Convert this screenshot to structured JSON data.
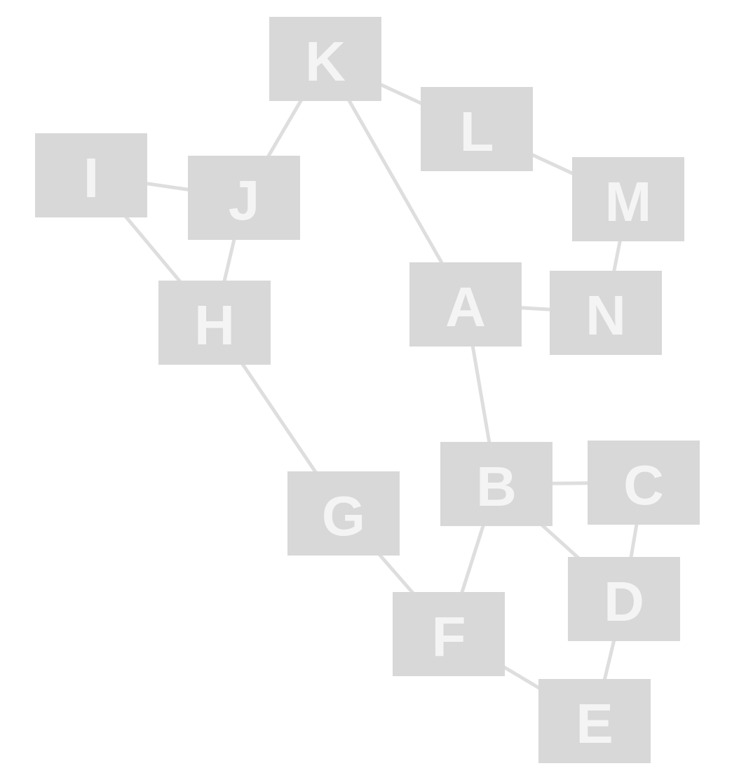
{
  "diagram": {
    "nodes": [
      {
        "id": "A",
        "label": "A"
      },
      {
        "id": "B",
        "label": "B"
      },
      {
        "id": "C",
        "label": "C"
      },
      {
        "id": "D",
        "label": "D"
      },
      {
        "id": "E",
        "label": "E"
      },
      {
        "id": "F",
        "label": "F"
      },
      {
        "id": "G",
        "label": "G"
      },
      {
        "id": "H",
        "label": "H"
      },
      {
        "id": "I",
        "label": "I"
      },
      {
        "id": "J",
        "label": "J"
      },
      {
        "id": "K",
        "label": "K"
      },
      {
        "id": "L",
        "label": "L"
      },
      {
        "id": "M",
        "label": "M"
      },
      {
        "id": "N",
        "label": "N"
      }
    ],
    "edges": [
      [
        "K",
        "L"
      ],
      [
        "L",
        "M"
      ],
      [
        "M",
        "N"
      ],
      [
        "A",
        "N"
      ],
      [
        "K",
        "A"
      ],
      [
        "K",
        "J"
      ],
      [
        "I",
        "J"
      ],
      [
        "I",
        "H"
      ],
      [
        "J",
        "H"
      ],
      [
        "H",
        "G"
      ],
      [
        "G",
        "F"
      ],
      [
        "A",
        "B"
      ],
      [
        "B",
        "C"
      ],
      [
        "B",
        "F"
      ],
      [
        "B",
        "D"
      ],
      [
        "C",
        "D"
      ],
      [
        "D",
        "E"
      ],
      [
        "F",
        "E"
      ]
    ],
    "colors": {
      "node_fill": "#d8d8d8",
      "node_label": "#f4f4f4",
      "edge": "#dedede",
      "background": "#ffffff"
    }
  }
}
